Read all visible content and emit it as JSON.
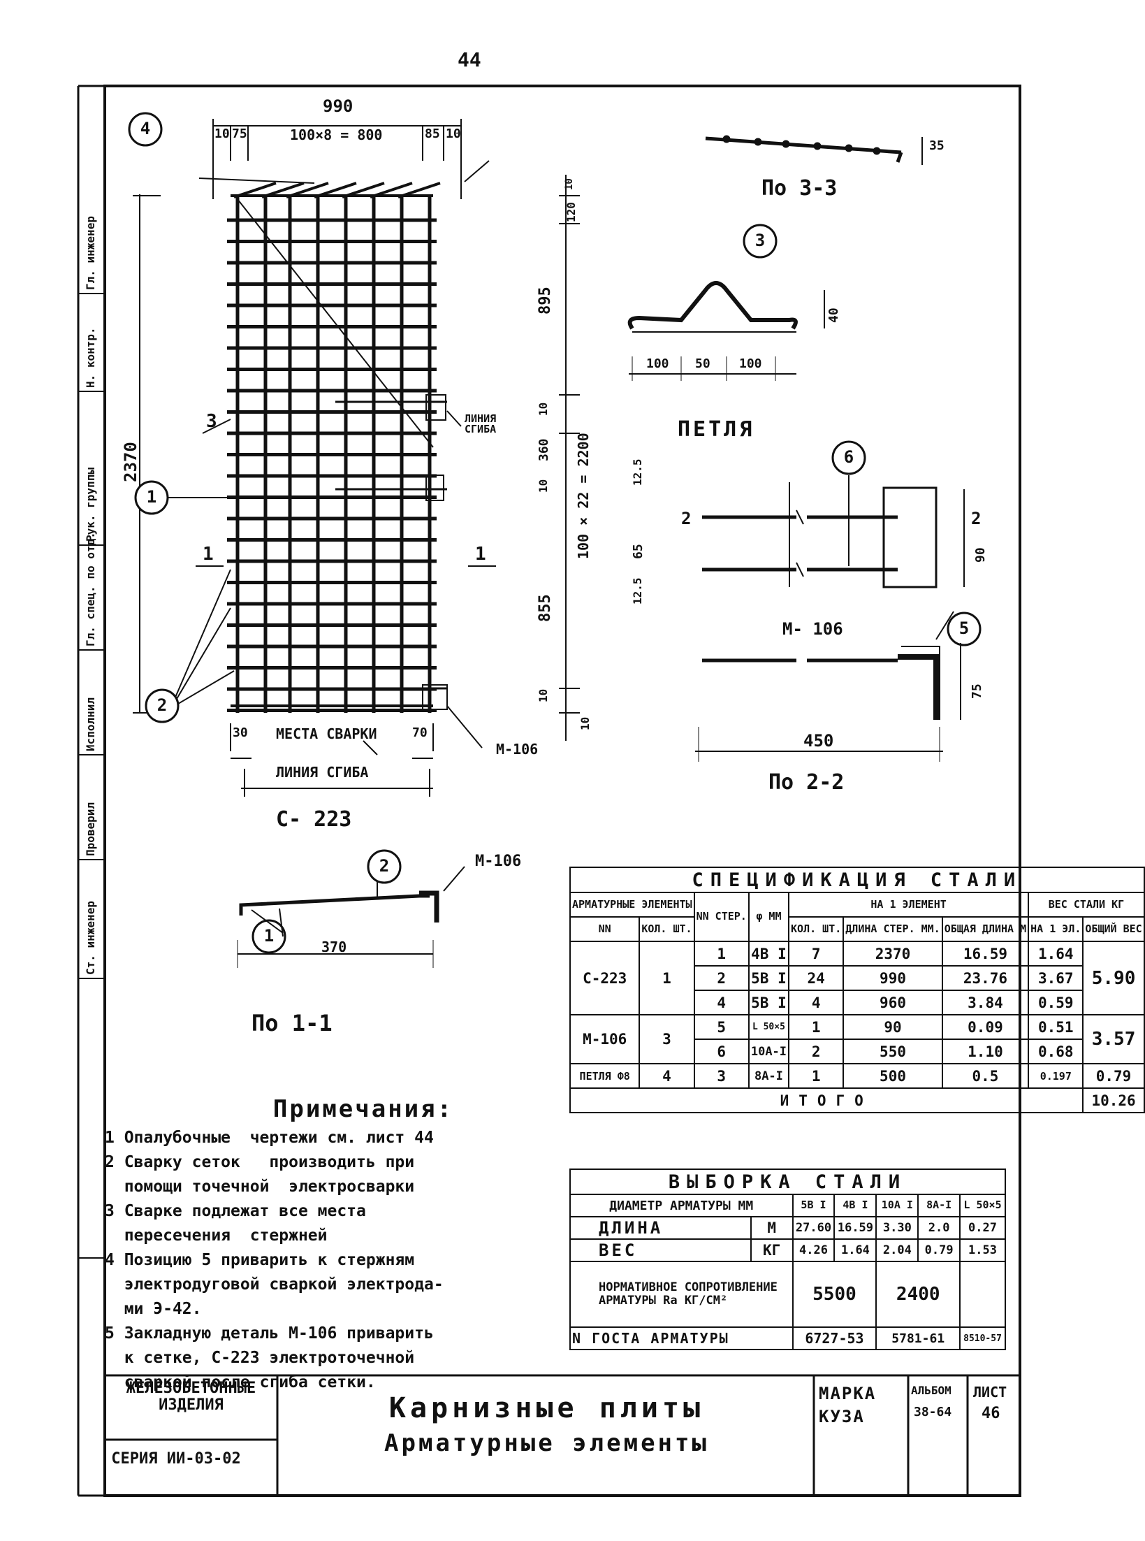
{
  "page_number": "44",
  "labels": {
    "top_total": "990",
    "top_dims": [
      "10",
      "75",
      "100×8 = 800",
      "85",
      "10"
    ],
    "left_total": "2370",
    "right_dims": [
      "10",
      "120",
      "895",
      "10",
      "360",
      "100 × 22 = 2200",
      "10",
      "855",
      "10",
      "10"
    ],
    "bottom_dims": [
      "30",
      "70"
    ],
    "weld_places": "МЕСТА СВАРКИ",
    "bend_line": "ЛИНИЯ СГИБА",
    "bend_line_right": "ЛИНИЯ СГИБА",
    "m106": "М-106",
    "mesh_name": "С- 223",
    "cut_1": "1",
    "cut_3": "3",
    "callouts": [
      "4",
      "1",
      "2",
      "3",
      "6",
      "5",
      "2",
      "1"
    ],
    "section_33": "По 3-3",
    "section_33_dim": "35",
    "loop_title": "ПЕТЛЯ",
    "loop_dims": [
      "100",
      "50",
      "100"
    ],
    "loop_height": "40",
    "m106_title": "М- 106",
    "m106_dims": [
      "12.5",
      "65",
      "12.5",
      "90",
      "75",
      "450"
    ],
    "cut_2": "2",
    "section_22": "По 2-2",
    "section_11": "По 1-1",
    "section_11_dim": "370",
    "section_11_m106": "М-106"
  },
  "notes": {
    "title": "Примечания:",
    "items": [
      "1 Опалубочные  чертежи см. лист 44",
      "2 Сварку сеток   производить при\n  помощи точечной  электросварки",
      "3 Сварке подлежат все места\n  пересечения  стержней",
      "4 Позицию 5 приварить к стержням\n  электродуговой сваркой электрода-\n  ми Э-42.",
      "5 Закладную деталь М-106 приварить\n  к сетке, С-223 электроточечной\n  сваркой после сгиба сетки."
    ]
  },
  "spec": {
    "title": "СПЕЦИФИКАЦИЯ СТАЛИ",
    "h_elements": "АРМАТУРНЫЕ ЭЛЕМЕНТЫ",
    "h_nn": "NN",
    "h_qty": "КОЛ. ШТ.",
    "h_rod": "NN СТЕР.",
    "h_phi": "φ ММ",
    "h_per": "НА 1 ЭЛЕМЕНТ",
    "h_per_qty": "КОЛ. ШТ.",
    "h_len": "ДЛИНА СТЕР. ММ.",
    "h_total_len": "ОБЩАЯ ДЛИНА М",
    "h_weight": "ВЕС СТАЛИ КГ",
    "h_w1": "НА 1 ЭЛ.",
    "h_wt": "ОБЩИЙ ВЕС",
    "groups": [
      {
        "name": "С-223",
        "qty": "1",
        "total": "5.90",
        "rows": [
          {
            "n": "1",
            "d": "4В I",
            "k": "7",
            "l": "2370",
            "t": "16.59",
            "w": "1.64"
          },
          {
            "n": "2",
            "d": "5В I",
            "k": "24",
            "l": "990",
            "t": "23.76",
            "w": "3.67"
          },
          {
            "n": "4",
            "d": "5В I",
            "k": "4",
            "l": "960",
            "t": "3.84",
            "w": "0.59"
          }
        ]
      },
      {
        "name": "М-106",
        "qty": "3",
        "total": "3.57",
        "rows": [
          {
            "n": "5",
            "d": "L 50×5",
            "k": "1",
            "l": "90",
            "t": "0.09",
            "w": "0.51"
          },
          {
            "n": "6",
            "d": "10А-I",
            "k": "2",
            "l": "550",
            "t": "1.10",
            "w": "0.68"
          }
        ]
      },
      {
        "name": "ПЕТЛЯ Ф8",
        "qty": "4",
        "total": "0.79",
        "rows": [
          {
            "n": "3",
            "d": "8А-I",
            "k": "1",
            "l": "500",
            "t": "0.5",
            "w": "0.197"
          }
        ]
      }
    ],
    "itogo_label": "ИТОГО",
    "itogo": "10.26"
  },
  "vyb": {
    "title": "ВЫБОРКА СТАЛИ",
    "h_diam": "ДИАМЕТР АРМАТУРЫ ММ",
    "cols": [
      "5В I",
      "4В I",
      "10А I",
      "8А-I",
      "L 50×5"
    ],
    "len_label": "ДЛИНА",
    "len_unit": "М",
    "len_vals": [
      "27.60",
      "16.59",
      "3.30",
      "2.0",
      "0.27"
    ],
    "wt_label": "ВЕС",
    "wt_unit": "КГ",
    "wt_vals": [
      "4.26",
      "1.64",
      "2.04",
      "0.79",
      "1.53"
    ],
    "norm_label": "НОРМАТИВНОЕ СОПРОТИВЛЕНИЕ АРМАТУРЫ Rа   КГ/СМ²",
    "norm_1": "5500",
    "norm_2": "2400",
    "gost_label": "N ГОСТА АРМАТУРЫ",
    "gost_1": "6727-53",
    "gost_2": "5781-61",
    "gost_3": "8510-57"
  },
  "title_block": {
    "org1": "ЖЕЛЕЗОБЕТОННЫЕ ИЗДЕЛИЯ",
    "org2": "СЕРИЯ ИИ-03-02",
    "title1": "Карнизные  плиты",
    "title2": "Арматурные  элементы",
    "marka_label": "МАРКА",
    "marka": "КУЗА",
    "album_label": "АЛЬБОМ",
    "album": "38-64",
    "sheet_label": "ЛИСТ",
    "sheet": "46"
  },
  "margin_labels": [
    "Гл. инженер",
    "Н. контр.",
    "Рук. группы",
    "Гл. спец. по отд.",
    "Исполнил",
    "Проверил",
    "Ст. инженер"
  ]
}
